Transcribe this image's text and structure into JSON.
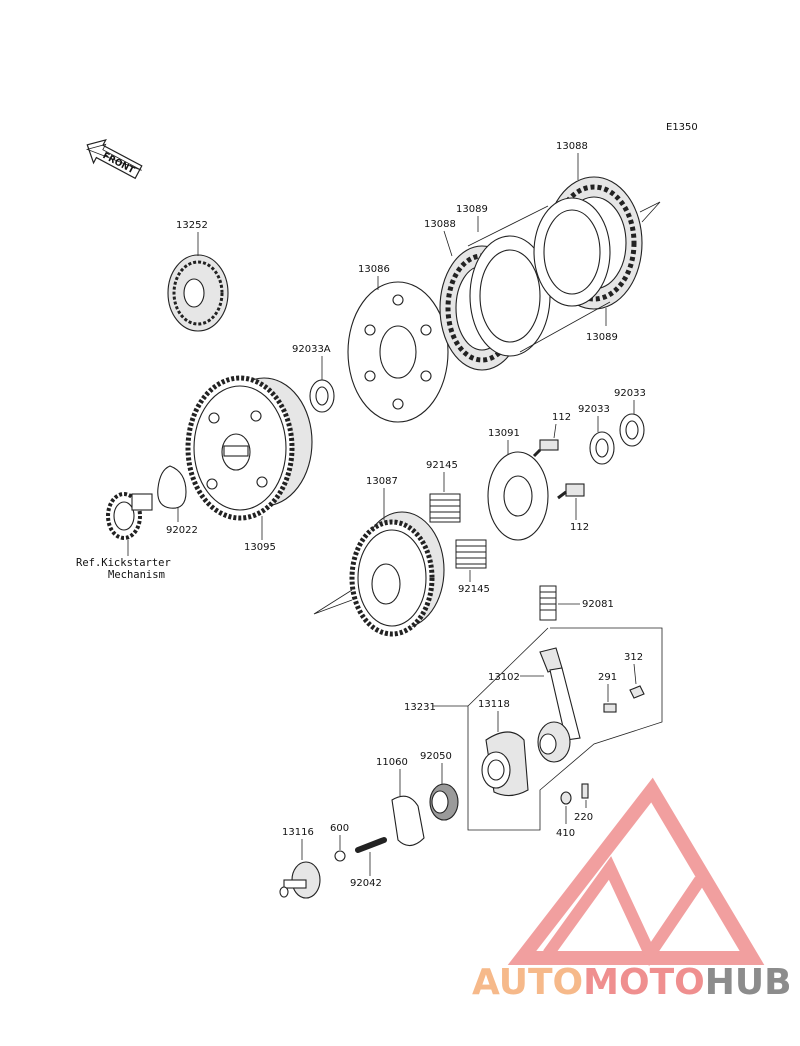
{
  "diagram_code": "E1350",
  "front_label": "FRONT",
  "reference_note": {
    "line1": "Ref.Kickstarter",
    "line2": "Mechanism"
  },
  "parts": {
    "p13252": "13252",
    "p13086": "13086",
    "p13088a": "13088",
    "p13088b": "13088",
    "p13089a": "13089",
    "p13089b": "13089",
    "p92033A": "92033A",
    "p92033a": "92033",
    "p92033b": "92033",
    "p112a": "112",
    "p112b": "112",
    "p13091": "13091",
    "p92145a": "92145",
    "p92145b": "92145",
    "p13087": "13087",
    "p92022": "92022",
    "p13095": "13095",
    "p92081": "92081",
    "p13102": "13102",
    "p291": "291",
    "p312": "312",
    "p13231": "13231",
    "p13118": "13118",
    "p11060": "11060",
    "p92050": "92050",
    "p410": "410",
    "p220": "220",
    "p13116": "13116",
    "p600": "600",
    "p92042": "92042"
  },
  "watermark": {
    "part1": "AUTO",
    "part2": "MOTO",
    "part3": "HUB"
  },
  "colors": {
    "wm_orange": "#f6b98a",
    "wm_red": "#ef8f8f",
    "wm_grey": "#8c8c8c",
    "line": "#222222"
  }
}
